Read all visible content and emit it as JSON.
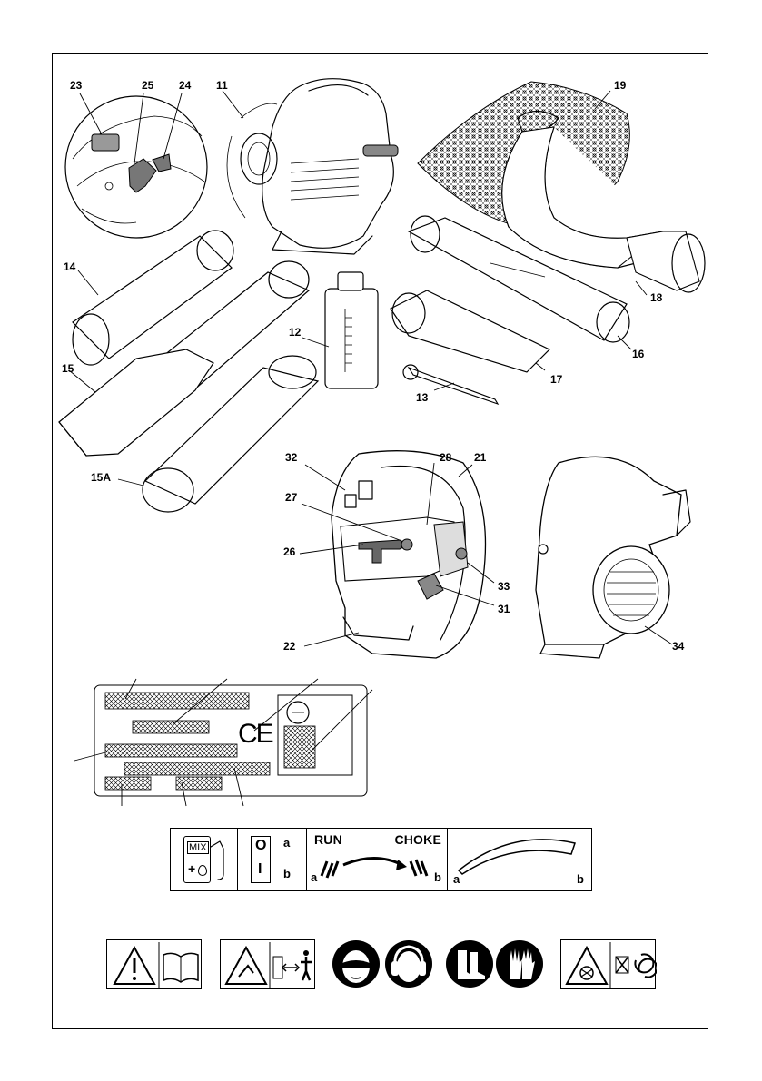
{
  "callouts": {
    "c23": "23",
    "c25": "25",
    "c24": "24",
    "c11": "11",
    "c19": "19",
    "c14": "14",
    "c12": "12",
    "c18": "18",
    "c16": "16",
    "c15": "15",
    "c17": "17",
    "c13": "13",
    "c15a": "15A",
    "c32": "32",
    "c28": "28",
    "c21": "21",
    "c27": "27",
    "c26": "26",
    "c33": "33",
    "c31": "31",
    "c22": "22",
    "c34": "34"
  },
  "rating_label": {
    "ce_mark": "CE"
  },
  "control_strip": {
    "fuel_mix": "MIX",
    "fuel_plus": "+",
    "switch_a": "a",
    "switch_b": "b",
    "switch_on_symbol": "O",
    "switch_off_symbol": "I",
    "run": "RUN",
    "choke": "CHOKE",
    "lever_a": "a",
    "lever_b": "b",
    "arc_a": "a",
    "arc_b": "b"
  },
  "warning_icons": [
    {
      "name": "warning-read-manual-icon"
    },
    {
      "name": "warning-bystanders-distance-icon"
    },
    {
      "name": "eye-protection-icon"
    },
    {
      "name": "ear-protection-icon"
    },
    {
      "name": "boots-icon"
    },
    {
      "name": "gloves-icon"
    },
    {
      "name": "warning-rotating-fan-icon"
    }
  ]
}
